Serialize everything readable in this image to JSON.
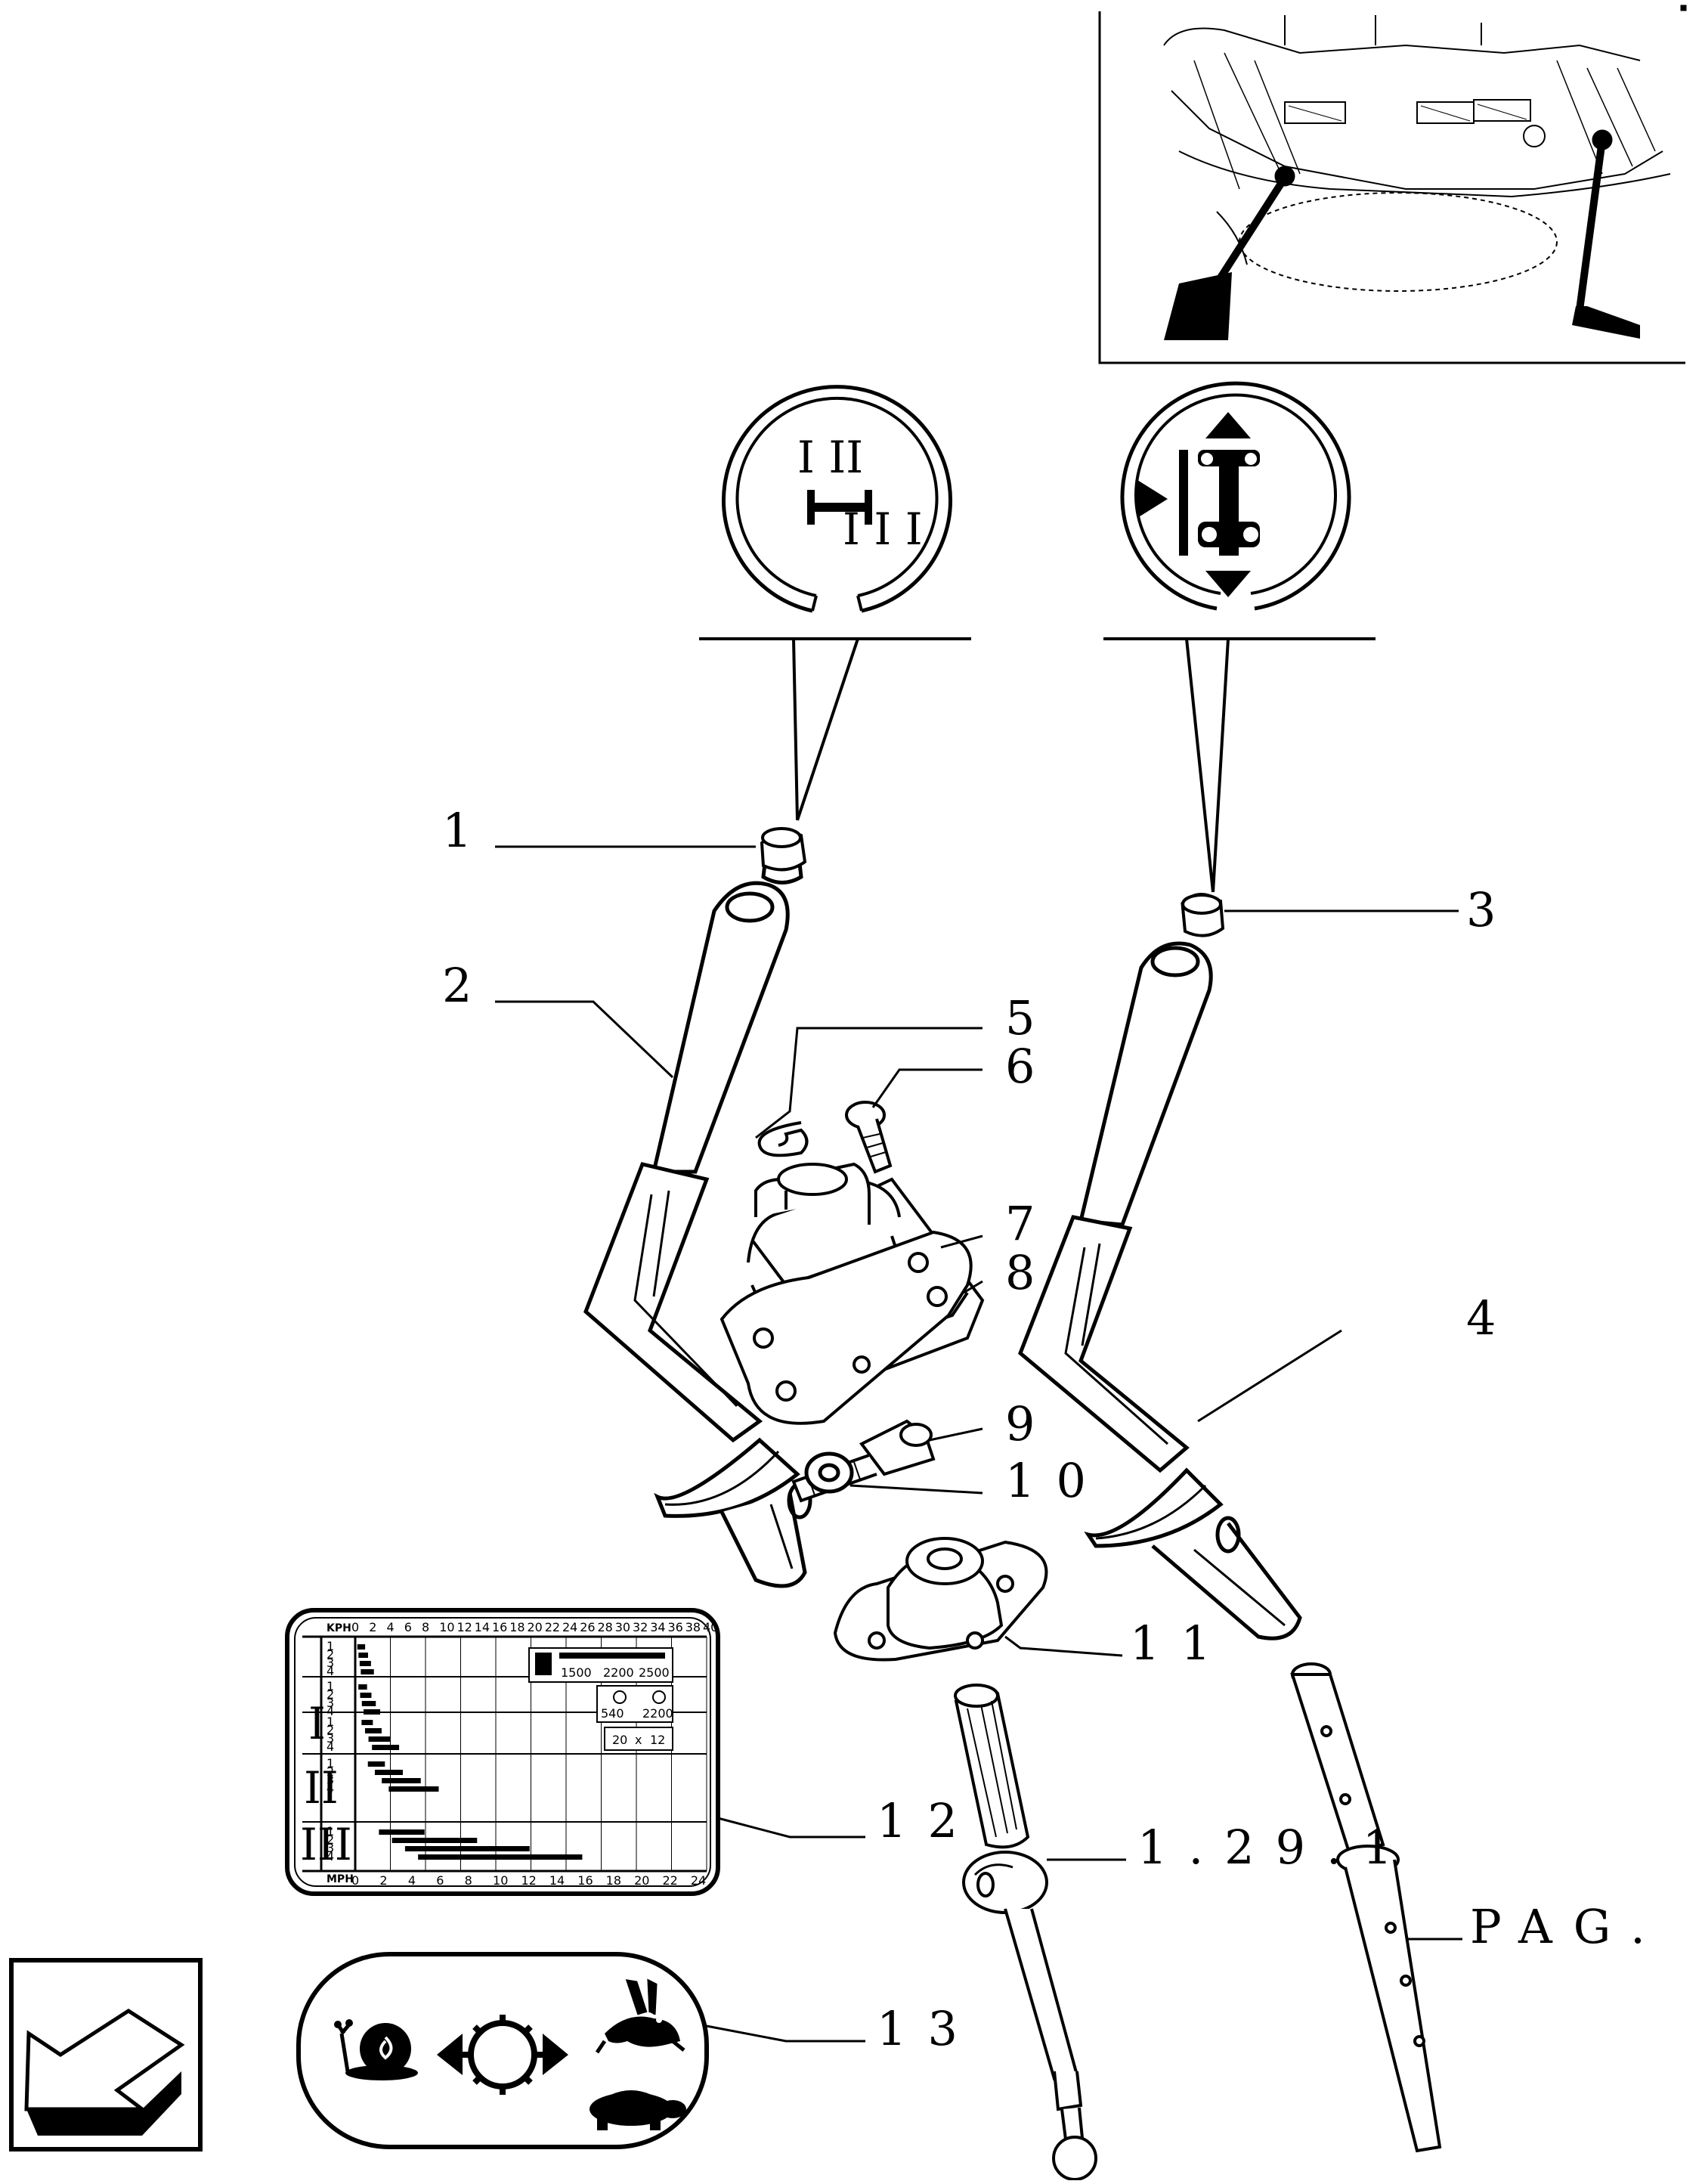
{
  "callouts": {
    "c1": "1",
    "c2": "2",
    "c3": "3",
    "c4": "4",
    "c5": "5",
    "c6": "6",
    "c7": "7",
    "c8": "8",
    "c9": "9",
    "c10": "10",
    "c11": "11",
    "c12": "12",
    "c13": "13",
    "ref": "1.29.1",
    "pag": "PAG."
  },
  "gear_symbol": {
    "top": "I II",
    "bottom": "I I I"
  },
  "chart_label": {
    "kph": "KPH",
    "mph": "MPH",
    "kph_ticks": [
      "0",
      "2",
      "4",
      "6",
      "8",
      "10",
      "12",
      "14",
      "16",
      "18",
      "20",
      "22",
      "24",
      "26",
      "28",
      "30",
      "32",
      "34",
      "36",
      "38",
      "40"
    ],
    "mph_ticks": [
      "0",
      "2",
      "4",
      "6",
      "8",
      "10",
      "12",
      "14",
      "16",
      "18",
      "20",
      "22",
      "24"
    ],
    "ranges": [
      "I",
      "II",
      "III"
    ],
    "gears": [
      "1",
      "2",
      "3",
      "4"
    ],
    "engine_rpm": [
      "1500",
      "2200",
      "2500"
    ],
    "pto": [
      "540",
      "2200"
    ],
    "tyre": [
      "20",
      "x",
      "12"
    ]
  },
  "colors": {
    "ink": "#000000",
    "paper": "#ffffff"
  },
  "icons": [
    "return-arrow-icon",
    "snail-icon",
    "gear-shift-icon",
    "hare-icon",
    "tortoise-icon",
    "tractor-4wd-icon"
  ]
}
